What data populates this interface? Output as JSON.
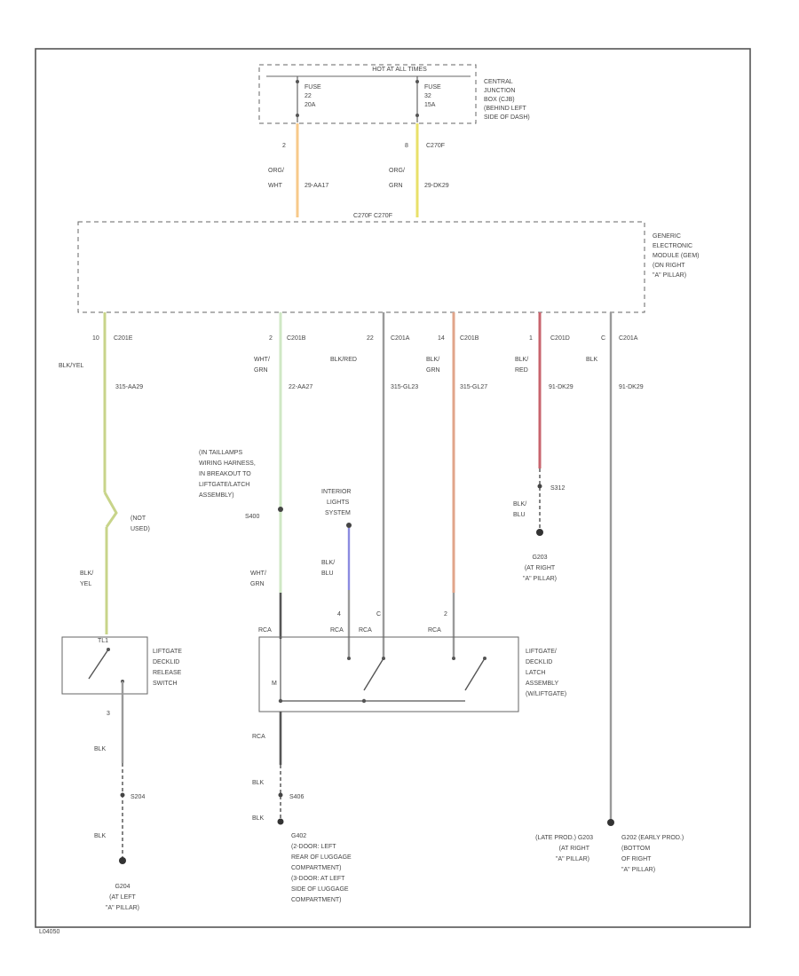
{
  "fuse_box": {
    "hot_label": "HOT AT ALL TIMES",
    "fuse_left": [
      "FUSE",
      "22",
      "20A"
    ],
    "fuse_right": [
      "FUSE",
      "32",
      "15A"
    ],
    "location": [
      "CENTRAL",
      "JUNCTION",
      "BOX (CJB)",
      "(BEHIND LEFT",
      "SIDE OF DASH)"
    ],
    "pin_left": "2",
    "pin_right": "8",
    "conn_right": "C270F"
  },
  "wires_top": {
    "left_color": [
      "ORG/",
      "WHT"
    ],
    "left_id": "29-AA17",
    "right_color": [
      "ORG/",
      "GRN"
    ],
    "right_id": "29-DK29"
  },
  "gem": {
    "title": [
      "GENERIC",
      "ELECTRONIC",
      "MODULE (GEM)",
      "(ON RIGHT",
      "\"A\" PILLAR)"
    ],
    "top_connectors": "C270F  C270F",
    "bottom_pins": [
      {
        "pin": "10",
        "conn": "C201E"
      },
      {
        "pin": "2",
        "conn": "C201B"
      },
      {
        "pin": "22",
        "conn": "C201A"
      },
      {
        "pin": "14",
        "conn": "C201B"
      },
      {
        "pin": "1",
        "conn": "C201D"
      },
      {
        "pin": "C",
        "conn": "C201A"
      }
    ]
  },
  "wires": [
    {
      "color": "BLK/YEL",
      "id": "315-AA29"
    },
    {
      "color": [
        "WHT/",
        "GRN"
      ],
      "id": "22-AA27"
    },
    {
      "color": "BLK/RED",
      "id": "315-GL23"
    },
    {
      "color": [
        "BLK/",
        "GRN"
      ],
      "id": "315-GL27"
    },
    {
      "color": [
        "BLK/",
        "RED"
      ],
      "id": "91-DK29"
    },
    {
      "color": "BLK",
      "id": "91-DK29"
    }
  ],
  "notes": {
    "taillamps": [
      "(IN TAILLAMPS",
      "WIRING HARNESS,",
      "IN BREAKOUT TO",
      "LIFTGATE/LATCH",
      "ASSEMBLY)",
      "S400"
    ],
    "not_used": [
      "(NOT",
      "USED)"
    ],
    "interior": [
      "INTERIOR",
      "LIGHTS",
      "SYSTEM"
    ],
    "s312": "S312",
    "blk_blu_right": [
      "BLK/",
      "BLU"
    ],
    "g203_right": [
      "G203",
      "(AT RIGHT",
      "\"A\" PILLAR)"
    ],
    "blk_yel": [
      "BLK/",
      "YEL"
    ],
    "wht_grn_low": [
      "WHT/",
      "GRN"
    ],
    "blk_blu_mid": [
      "BLK/",
      "BLU"
    ]
  },
  "release_switch": {
    "label": [
      "LIFTGATE",
      "DECKLID",
      "RELEASE",
      "SWITCH"
    ],
    "pin_top": "TL1",
    "pin_bottom": "3"
  },
  "latch": {
    "label": [
      "LIFTGATE/",
      "DECKLID",
      "LATCH",
      "ASSEMBLY",
      "(W/LIFTGATE)"
    ],
    "pins": [
      "4",
      "C",
      "2"
    ],
    "conns": [
      "RCA",
      "RCA",
      "RCA",
      "RCA"
    ],
    "inner_label": "M"
  },
  "grounds": {
    "left_color": "BLK",
    "left_splice": "S204",
    "left_color2": "BLK",
    "left_ground": [
      "G204",
      "(AT LEFT",
      "\"A\" PILLAR)"
    ],
    "mid_conn": "RCA",
    "mid_color": "BLK",
    "mid_splice": "S406",
    "mid_color2": "BLK",
    "mid_ground": [
      "G402",
      "(2-DOOR: LEFT",
      "REAR OF LUGGAGE",
      "COMPARTMENT)",
      "(3-DOOR: AT LEFT",
      "SIDE OF LUGGAGE",
      "COMPARTMENT)"
    ],
    "right_late": [
      "(LATE PROD.) G203",
      "(AT RIGHT",
      "\"A\" PILLAR)"
    ],
    "right_early": [
      "G202 (EARLY PROD.)",
      "(BOTTOM",
      "OF RIGHT",
      "\"A\" PILLAR)"
    ]
  },
  "figure_id": "L04050",
  "colors": {
    "orange": "#f7c98a",
    "yellow": "#e9e06a",
    "yellow_green": "#c8d48a",
    "light_green": "#cfe8c5",
    "grey": "#9a9a9a",
    "salmon": "#e1a58a",
    "red": "#c8646e",
    "blue": "#8b8be0"
  }
}
